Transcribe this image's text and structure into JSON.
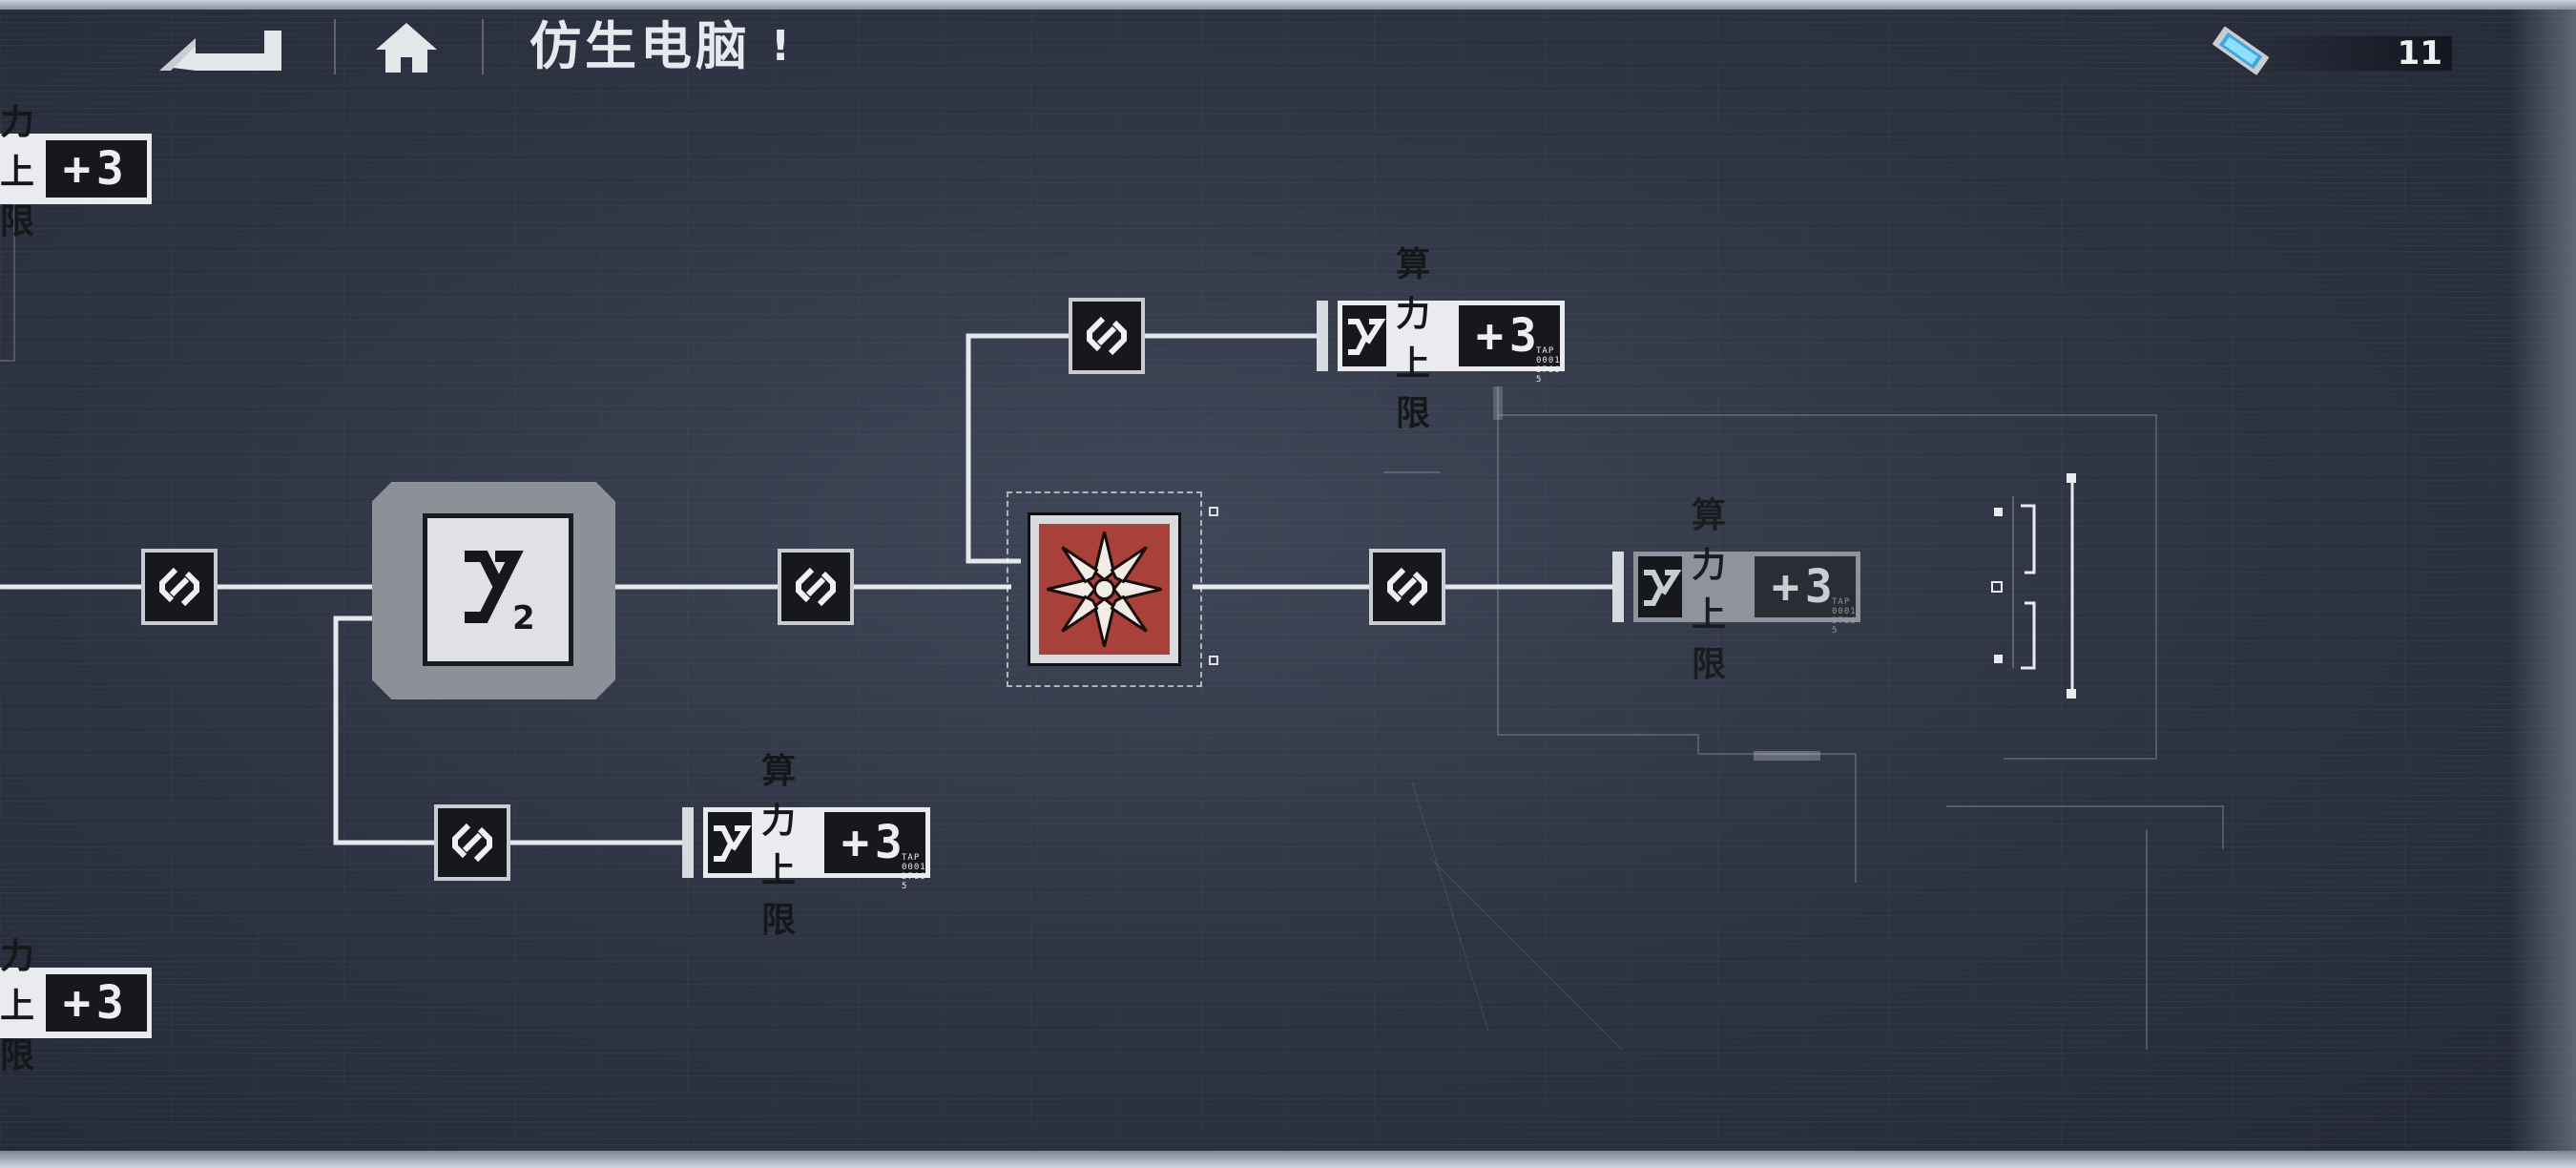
{
  "header": {
    "title": "仿生电脑",
    "title_suffix": "!",
    "back_icon": "back-arrow-icon",
    "home_icon": "home-icon"
  },
  "currency": {
    "icon": "compute-chip-icon",
    "value": "11"
  },
  "nodes": {
    "link_icon": "link-chain-icon",
    "chip_icon": "compute-x2-icon",
    "core_icon": "crimson-star-core-icon"
  },
  "rewards": {
    "left_top": {
      "label": "力上限",
      "bonus": "+3"
    },
    "top": {
      "label": "算力上限",
      "bonus": "+3",
      "micro": "TAP 0001 3786 5"
    },
    "middle": {
      "label": "算力上限",
      "bonus": "+3",
      "micro": "TAP 0001 3786 5"
    },
    "bottom": {
      "label": "算力上限",
      "bonus": "+3",
      "micro": "TAP 0001 3786 5"
    },
    "left_bottom": {
      "label": "力上限",
      "bonus": "+3"
    }
  },
  "colors": {
    "background": "#2f3544",
    "line": "#e4e7eb",
    "node_dark": "#16181d",
    "core_red": "#a8413a",
    "label_bg": "#e9ebee"
  }
}
